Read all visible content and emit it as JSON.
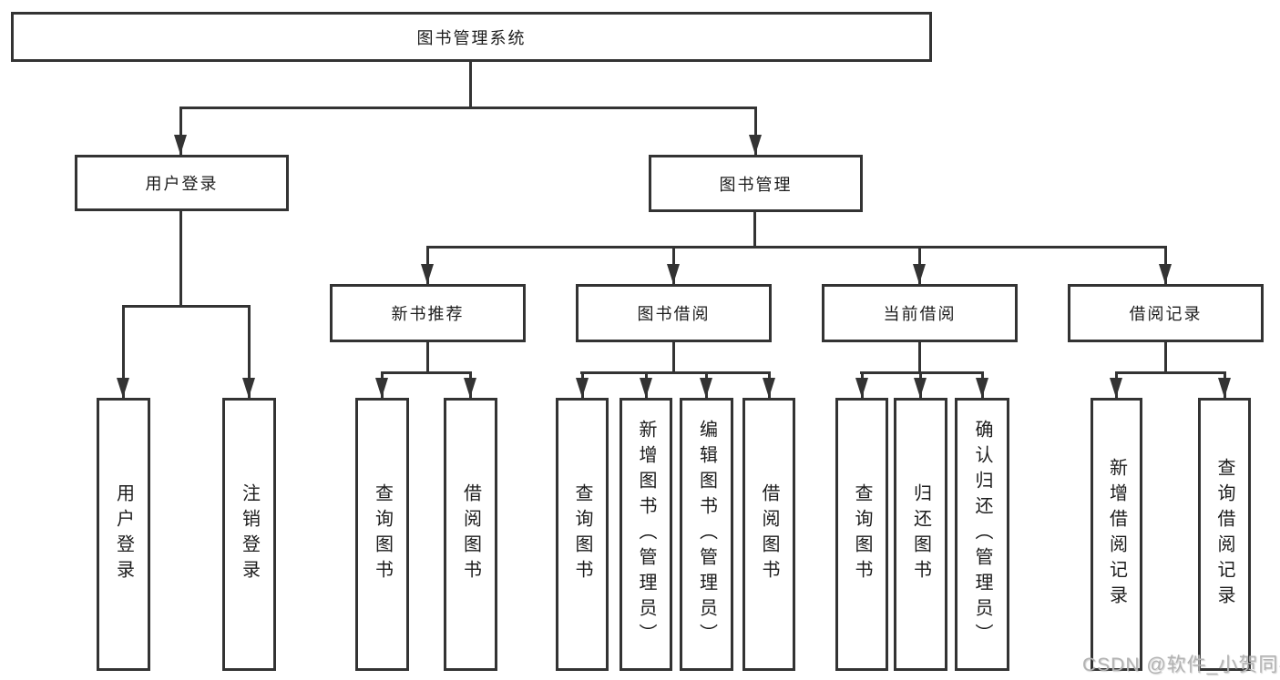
{
  "tree": {
    "root": {
      "label": "图书管理系统"
    },
    "children": [
      {
        "label": "用户登录",
        "children": [
          {
            "label": "用户登录"
          },
          {
            "label": "注销登录"
          }
        ]
      },
      {
        "label": "图书管理",
        "children": [
          {
            "label": "新书推荐",
            "children": [
              {
                "label": "查询图书"
              },
              {
                "label": "借阅图书"
              }
            ]
          },
          {
            "label": "图书借阅",
            "children": [
              {
                "label": "查询图书"
              },
              {
                "label": "新增图书（管理员）"
              },
              {
                "label": "编辑图书（管理员）"
              },
              {
                "label": "借阅图书"
              }
            ]
          },
          {
            "label": "当前借阅",
            "children": [
              {
                "label": "查询图书"
              },
              {
                "label": "归还图书"
              },
              {
                "label": "确认归还（管理员）"
              }
            ]
          },
          {
            "label": "借阅记录",
            "children": [
              {
                "label": "新增借阅记录"
              },
              {
                "label": "查询借阅记录"
              }
            ]
          }
        ]
      }
    ]
  },
  "watermark": "CSDN @软件_小贺同学"
}
